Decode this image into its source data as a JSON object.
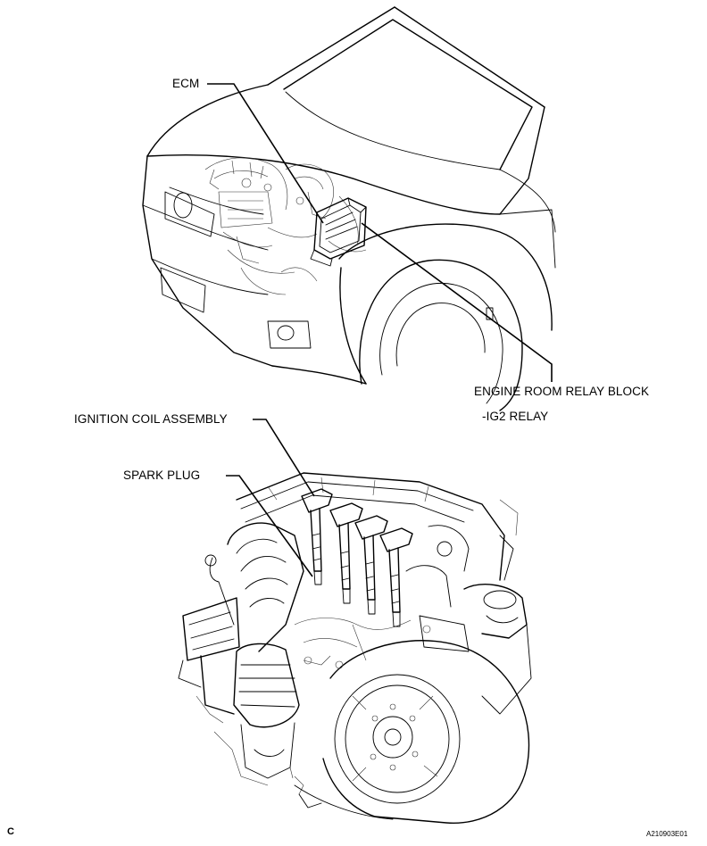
{
  "labels": {
    "ecm": "ECM",
    "engine_room_relay_block": "ENGINE ROOM RELAY BLOCK",
    "ig2_relay": "-IG2 RELAY",
    "ignition_coil_assembly": "IGNITION COIL ASSEMBLY",
    "spark_plug": "SPARK PLUG"
  },
  "footer": {
    "left_code": "C",
    "figure_id": "A210903E01"
  },
  "icons": {
    "vehicle": "vehicle-front-illustration",
    "ecm_unit": "ecm-module-illustration",
    "engine": "engine-assembly-illustration",
    "coils": "ignition-coil-illustration"
  }
}
